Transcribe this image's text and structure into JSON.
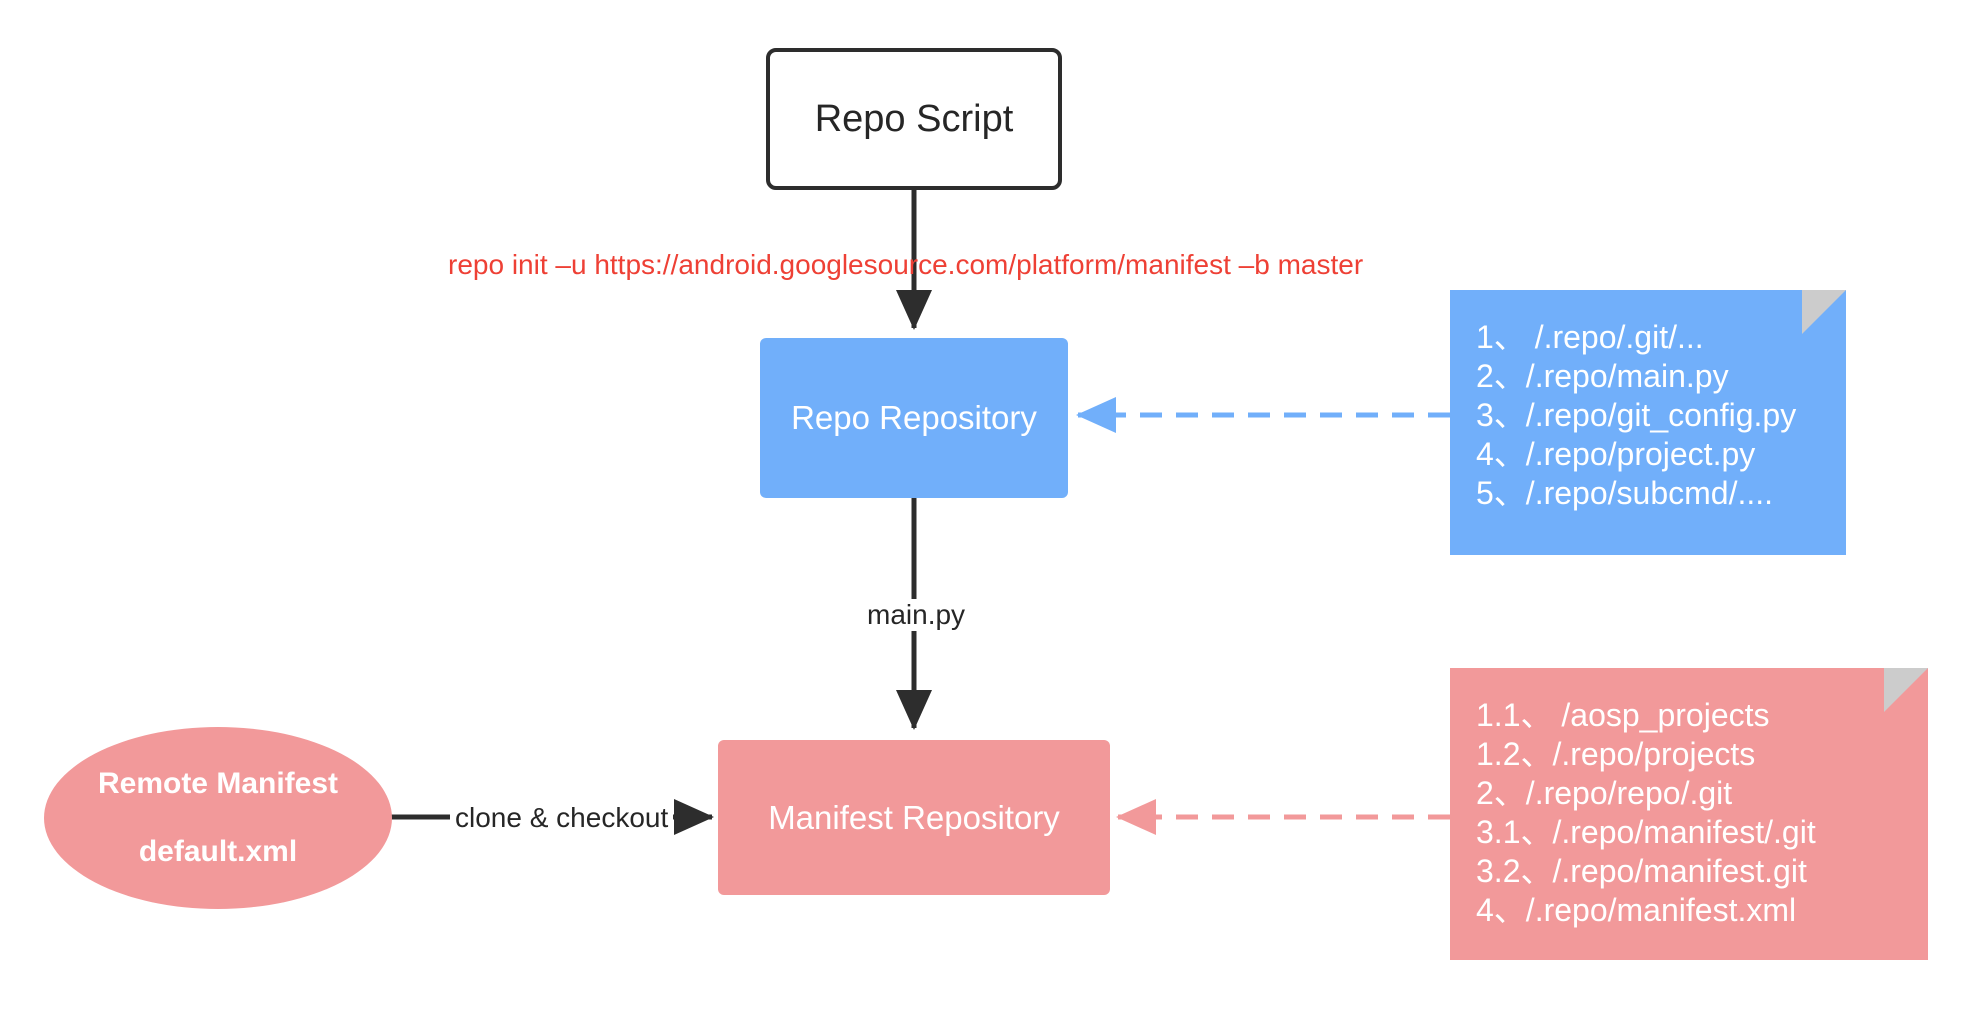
{
  "diagram": {
    "title": "Repo init workflow",
    "colors": {
      "blue": "#71AFFA",
      "pink": "#F2999A",
      "red": "#EE4035",
      "outline": "#2d2d2d",
      "fold": "#cccccc"
    },
    "nodes": {
      "repo_script": {
        "label": "Repo Script"
      },
      "repo_repository": {
        "label": "Repo Repository"
      },
      "manifest_repository": {
        "label": "Manifest Repository"
      },
      "remote_manifest": {
        "line1": "Remote Manifest",
        "line2": "default.xml"
      }
    },
    "edges": {
      "repo_init_command": "repo init –u https://android.googlesource.com/platform/manifest –b master",
      "main_py": "main.py",
      "clone_checkout": "clone & checkout"
    },
    "notes": {
      "repo_contents": {
        "lines": [
          "1、 /.repo/.git/...",
          "2、/.repo/main.py",
          "3、/.repo/git_config.py",
          "4、/.repo/project.py",
          "5、/.repo/subcmd/...."
        ]
      },
      "manifest_contents": {
        "lines": [
          "1.1、 /aosp_projects",
          "1.2、/.repo/projects",
          "2、/.repo/repo/.git",
          "3.1、/.repo/manifest/.git",
          "3.2、/.repo/manifest.git",
          "4、/.repo/manifest.xml"
        ]
      }
    }
  }
}
